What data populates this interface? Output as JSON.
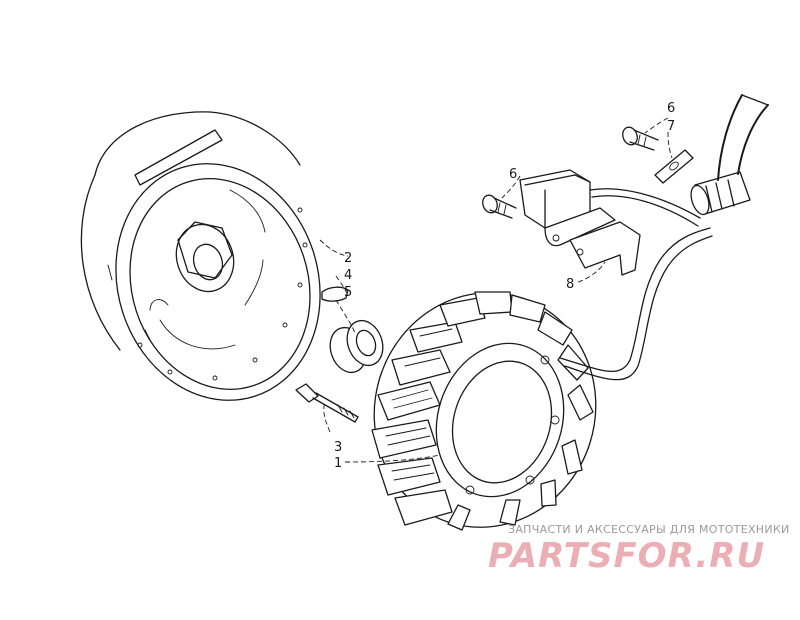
{
  "part_numbers": [
    {
      "label": "1"
    },
    {
      "label": "2"
    },
    {
      "label": "3"
    },
    {
      "label": "4"
    },
    {
      "label": "5"
    },
    {
      "label": "6"
    },
    {
      "label": "6"
    },
    {
      "label": "7"
    },
    {
      "label": "8"
    }
  ],
  "watermark": {
    "tagline": "ЗАПЧАСТИ И АКСЕССУАРЫ ДЛЯ МОТОТЕХНИКИ",
    "logo": "PARTSFOR.RU",
    "logo_color": "#e8a0a8"
  },
  "colors": {
    "line": "#1a1a1a",
    "background": "#ffffff"
  }
}
